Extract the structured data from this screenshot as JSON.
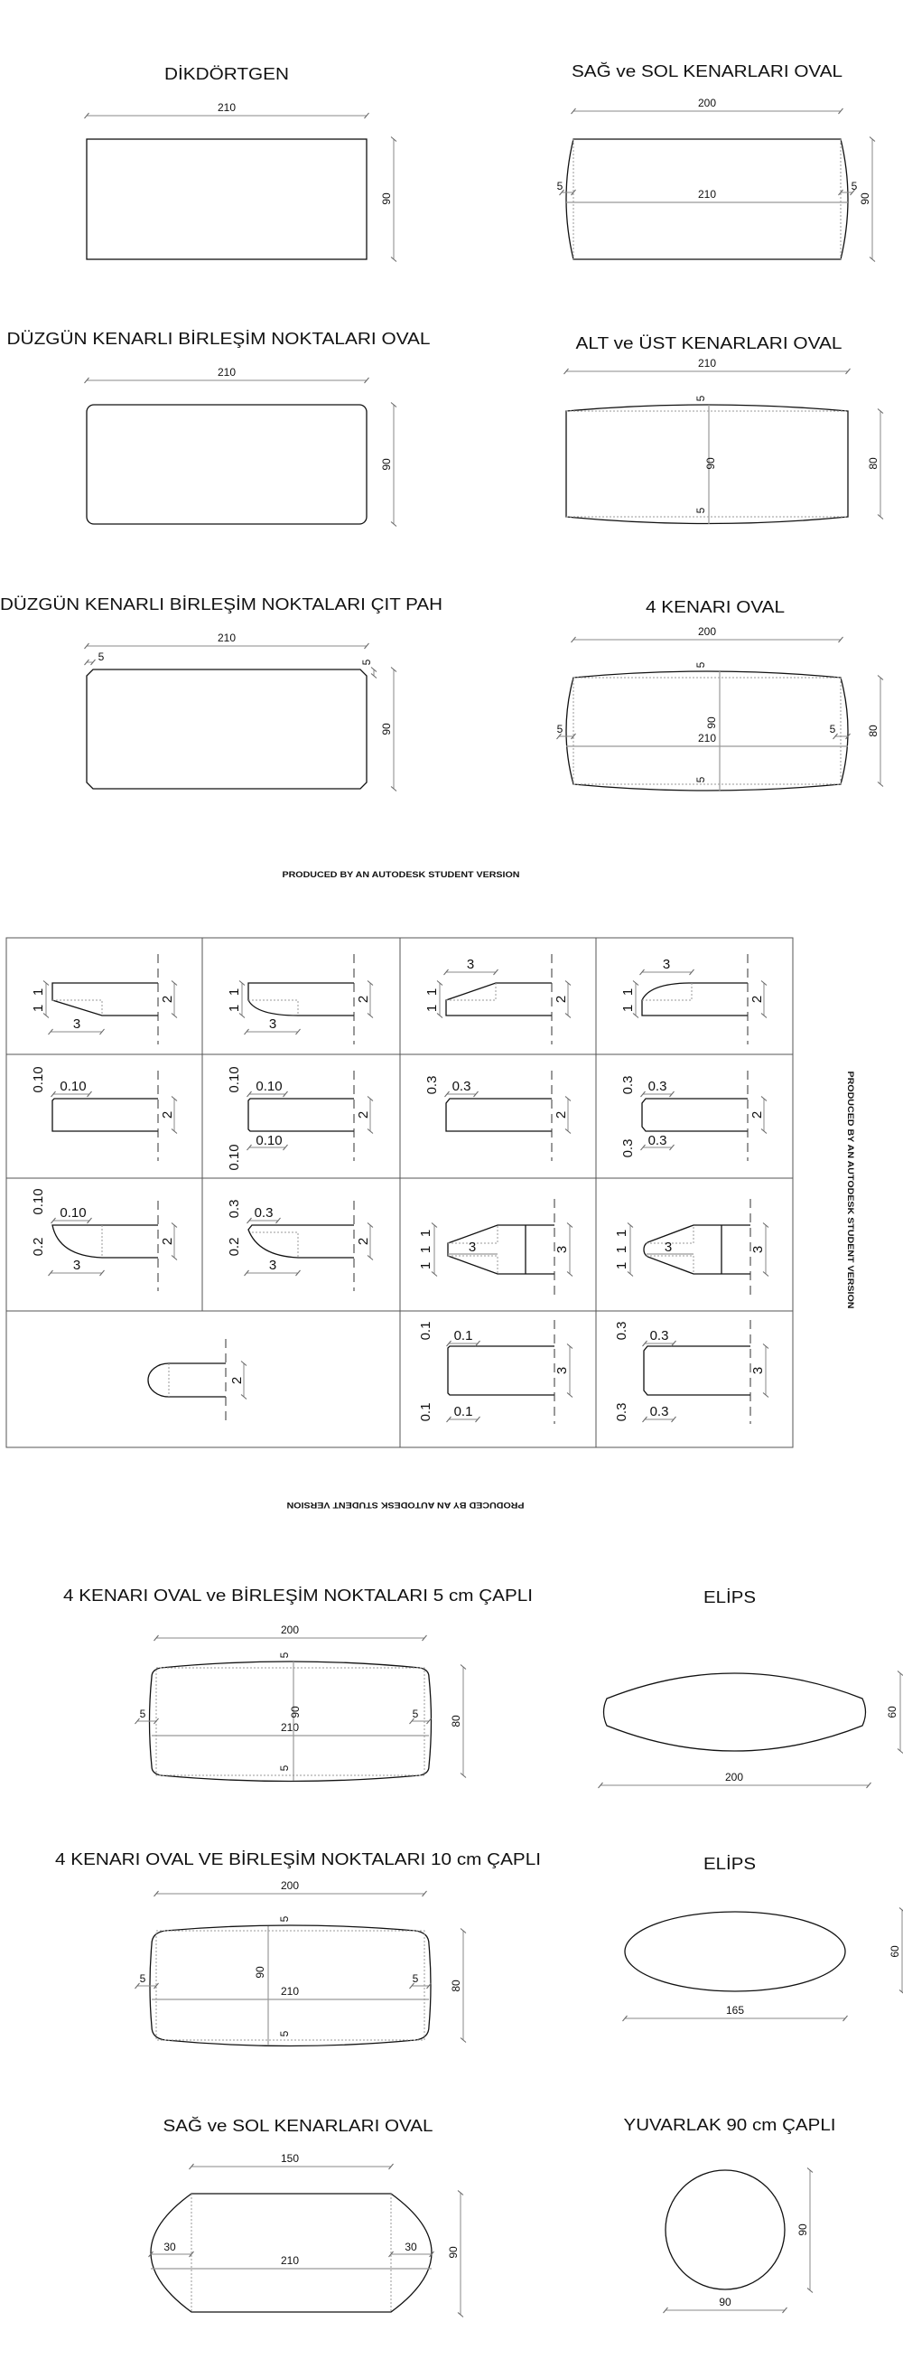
{
  "watermark": "PRODUCED BY AN AUTODESK STUDENT VERSION",
  "panels": {
    "rectangle": {
      "title": "DİKDÖRTGEN",
      "width": "210",
      "depth": "90"
    },
    "side_oval": {
      "title": "SAĞ ve SOL KENARLARI OVAL",
      "top": "200",
      "overall": "210",
      "left_bulge": "5",
      "right_bulge": "5",
      "depth": "90"
    },
    "rounded_corners": {
      "title": "DÜZGÜN KENARLI BİRLEŞİM NOKTALARI OVAL",
      "width": "210",
      "depth": "90"
    },
    "top_bottom_oval": {
      "title": "ALT ve ÜST KENARLARI OVAL",
      "width": "210",
      "top_bulge": "5",
      "center": "90",
      "bottom_bulge": "5",
      "depth": "80"
    },
    "chamfered": {
      "title": "DÜZGÜN KENARLI BİRLEŞİM NOKTALARI ÇIT PAH",
      "width": "210",
      "chamfer_x": "5",
      "chamfer_y": "5",
      "depth": "90"
    },
    "four_oval": {
      "title": "4 KENARI OVAL",
      "top": "200",
      "top_bulge": "5",
      "center": "90",
      "left_bulge": "5",
      "right_bulge": "5",
      "overall": "210",
      "bottom_bulge": "5",
      "depth": "80"
    },
    "four_oval_r5": {
      "title": "4 KENARI OVAL ve BİRLEŞİM NOKTALARI 5 cm ÇAPLI",
      "top": "200",
      "top_bulge": "5",
      "center": "90",
      "left_bulge": "5",
      "right_bulge": "5",
      "overall": "210",
      "bottom_bulge": "5",
      "depth": "80"
    },
    "ellipse_1": {
      "title": "ELİPS",
      "width": "200",
      "depth": "60"
    },
    "four_oval_r10": {
      "title": "4 KENARI OVAL VE BİRLEŞİM NOKTALARI 10 cm ÇAPLI",
      "top": "200",
      "top_bulge": "5",
      "center": "90",
      "left_bulge": "5",
      "right_bulge": "5",
      "overall": "210",
      "bottom_bulge": "5",
      "depth": "80"
    },
    "ellipse_2": {
      "title": "ELİPS",
      "width": "165",
      "depth": "60"
    },
    "side_round": {
      "title": "SAĞ ve SOL KENARLARI OVAL",
      "top": "150",
      "left": "30",
      "right": "30",
      "overall": "210",
      "depth": "90"
    },
    "round": {
      "title": "YUVARLAK 90 cm ÇAPLI",
      "depth": "90",
      "width": "90"
    }
  },
  "edge_profiles": [
    {
      "labels": [
        "1",
        "1",
        "3",
        "2"
      ]
    },
    {
      "labels": [
        "1",
        "1",
        "3",
        "2"
      ]
    },
    {
      "labels": [
        "3",
        "1",
        "1",
        "2"
      ]
    },
    {
      "labels": [
        "3",
        "1",
        "1",
        "2"
      ]
    },
    {
      "labels": [
        "0.10",
        "0.10",
        "2"
      ]
    },
    {
      "labels": [
        "0.10",
        "0.10",
        "0.10",
        "0.10",
        "2"
      ]
    },
    {
      "labels": [
        "0.3",
        "0.3",
        "2"
      ]
    },
    {
      "labels": [
        "0.3",
        "0.3",
        "0.3",
        "0.3",
        "2"
      ]
    },
    {
      "labels": [
        "0.10",
        "0.10",
        "0.2",
        "3",
        "2"
      ]
    },
    {
      "labels": [
        "0.3",
        "0.3",
        "0.2",
        "3",
        "2"
      ]
    },
    {
      "labels": [
        "1",
        "1",
        "1",
        "3",
        "3"
      ]
    },
    {
      "labels": [
        "1",
        "1",
        "1",
        "3",
        "3"
      ]
    },
    {
      "labels": [
        "2"
      ]
    },
    {
      "labels": [
        "0.1",
        "0.1",
        "0.1",
        "0.1",
        "3"
      ]
    },
    {
      "labels": [
        "0.3",
        "0.3",
        "0.3",
        "0.3",
        "3"
      ]
    }
  ]
}
